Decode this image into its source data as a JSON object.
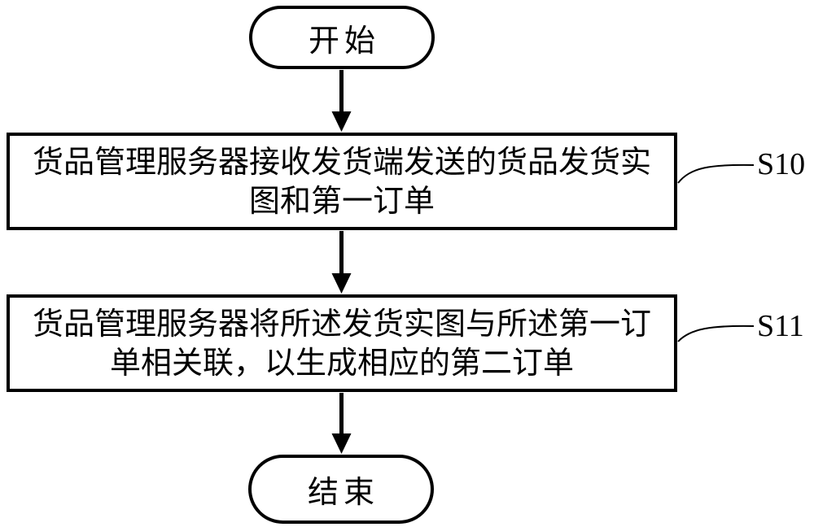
{
  "flowchart": {
    "title_hint": "patent-style vertical flowchart",
    "colors": {
      "line": "#000000",
      "background": "#ffffff",
      "text": "#000000"
    },
    "start_label": "开始",
    "end_label": "结束",
    "steps": [
      {
        "id": "S10",
        "text": "货品管理服务器接收发货端发送的货品发货实图和第一订单",
        "lines": [
          "货品管理服务器接收发货端发送的货品发货实",
          "图和第一订单"
        ]
      },
      {
        "id": "S11",
        "text": "货品管理服务器将所述发货实图与所述第一订单相关联，以生成相应的第二订单",
        "lines": [
          "货品管理服务器将所述发货实图与所述第一订",
          "单相关联，以生成相应的第二订单"
        ]
      }
    ]
  }
}
